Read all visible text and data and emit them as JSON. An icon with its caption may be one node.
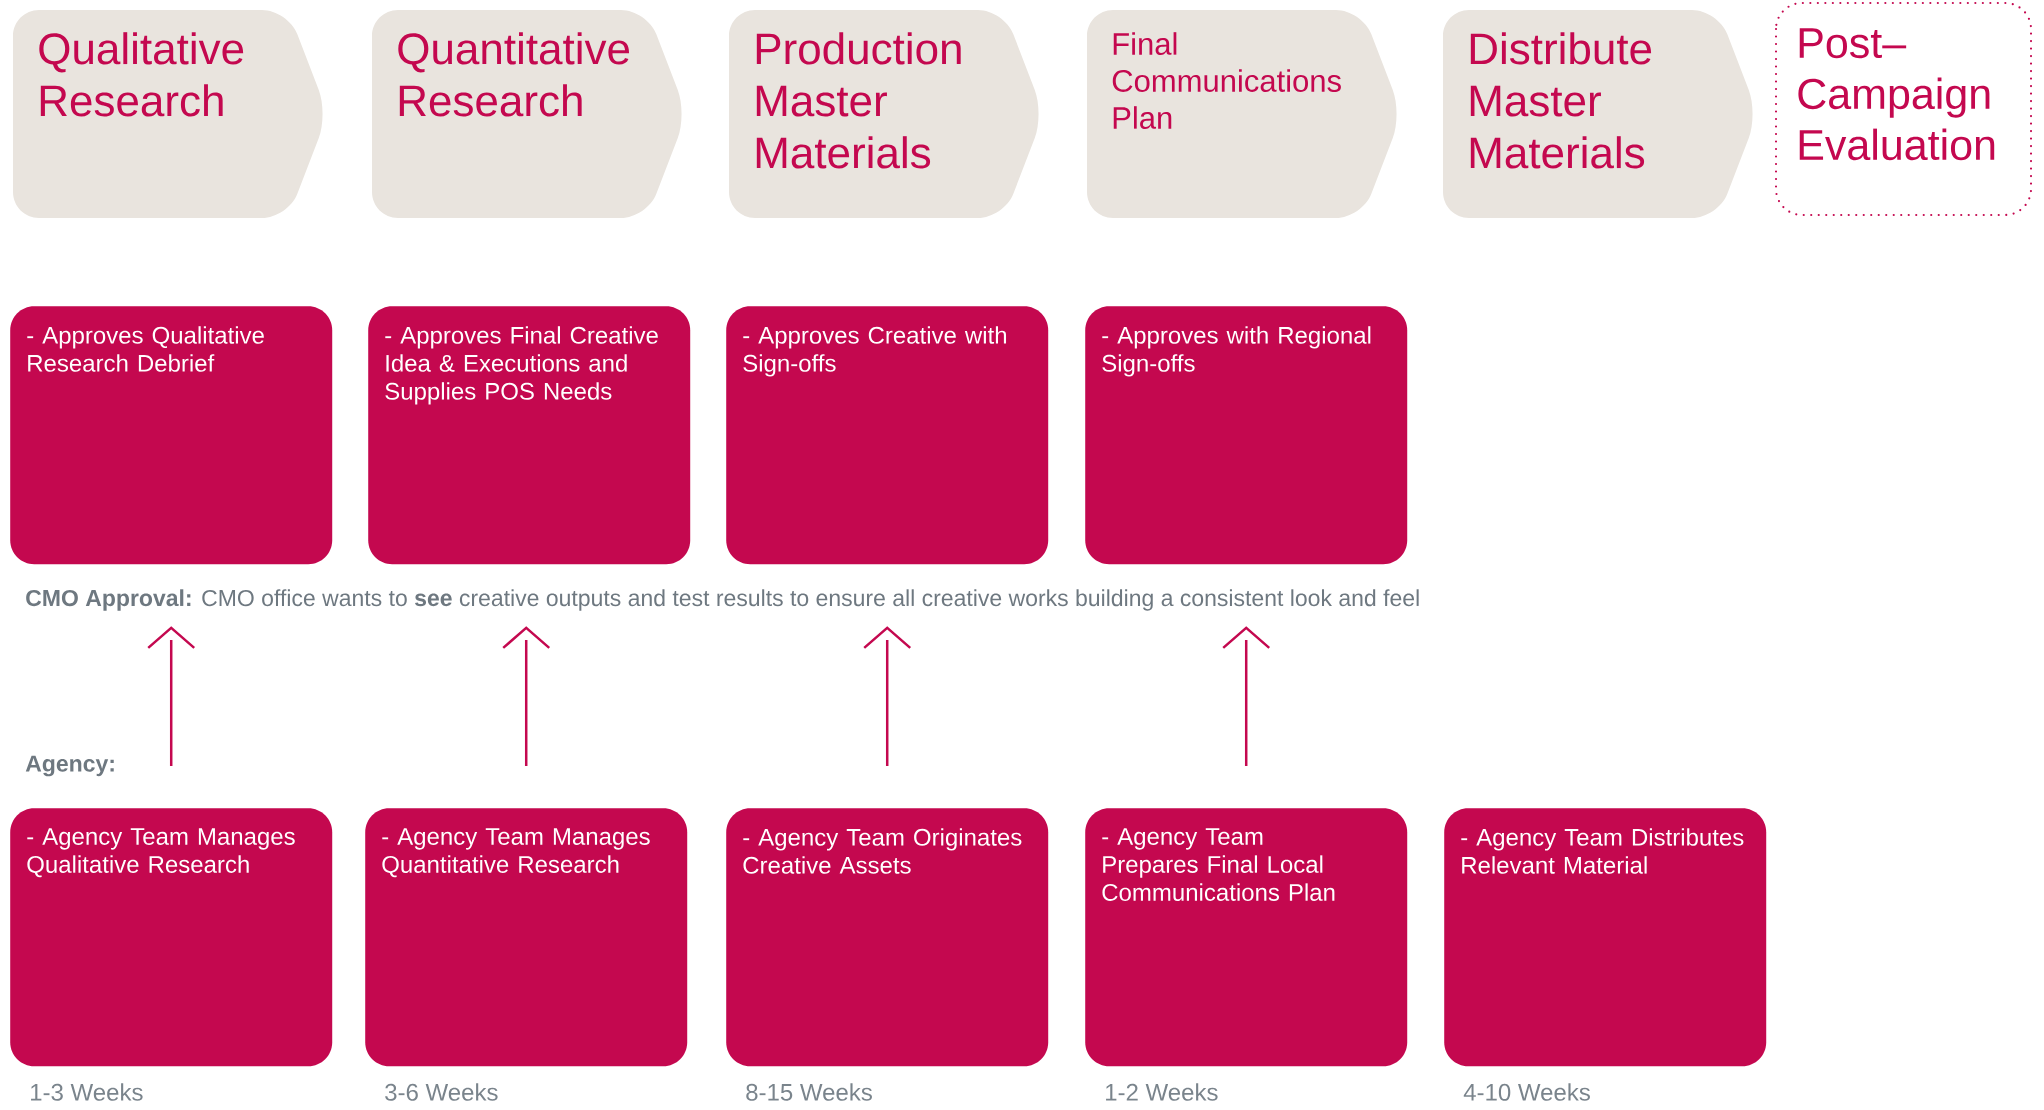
{
  "diagram": {
    "nodes": [
      {
        "text": [
          "Qualitative Research"
        ]
      },
      {
        "text": [
          "Quantitative Research"
        ]
      },
      {
        "text": [
          "Production Master Materials"
        ]
      },
      {
        "text": [
          "Final Communications Plan"
        ]
      },
      {
        "text": [
          "Distribute Master Materials"
        ]
      },
      {
        "text": [
          "Post– Campaign Evaluation"
        ]
      },
      {
        "text": [
          "- Approves Qualitative Research Debrief"
        ]
      },
      {
        "text": [
          "- Approves Final Creative Idea & Executions and Supplies POS Needs"
        ]
      },
      {
        "text": [
          "- Approves Creative with Sign-offs"
        ]
      },
      {
        "text": [
          "- Approves with Regional Sign-offs"
        ]
      },
      {
        "text": [
          "**CMO Approval:** CMO office wants to **see** creative outputs and test results to ensure all creative works building a consistent look and feel"
        ]
      },
      {
        "text": [
          "- Agency Team Manages Qualitative Research"
        ],
        "beside": [
          "1-3 Weeks"
        ]
      },
      {
        "text": [
          "- Agency Team Manages Quantitative Research"
        ],
        "beside": [
          "3-6 Weeks"
        ]
      },
      {
        "text": [
          "- Agency Team Originates Creative Assets"
        ],
        "beside": [
          "8-15 Weeks"
        ]
      },
      {
        "text": [
          "- Agency Team Prepares Final Local Communications Plan"
        ],
        "beside": [
          "1-2 Weeks"
        ]
      },
      {
        "text": [
          "- Agency Team Distributes Relevant Material"
        ],
        "beside": [
          "4-10 Weeks"
        ]
      }
    ],
    "edges": [
      {
        "from": 11,
        "to": 10,
        "arrow": "to"
      },
      {
        "from": 12,
        "to": 10,
        "arrow": "to"
      },
      {
        "from": 13,
        "to": 10,
        "arrow": "to"
      },
      {
        "from": 14,
        "to": 10,
        "arrow": "to"
      }
    ],
    "labels": [
      "Agency:"
    ]
  }
}
